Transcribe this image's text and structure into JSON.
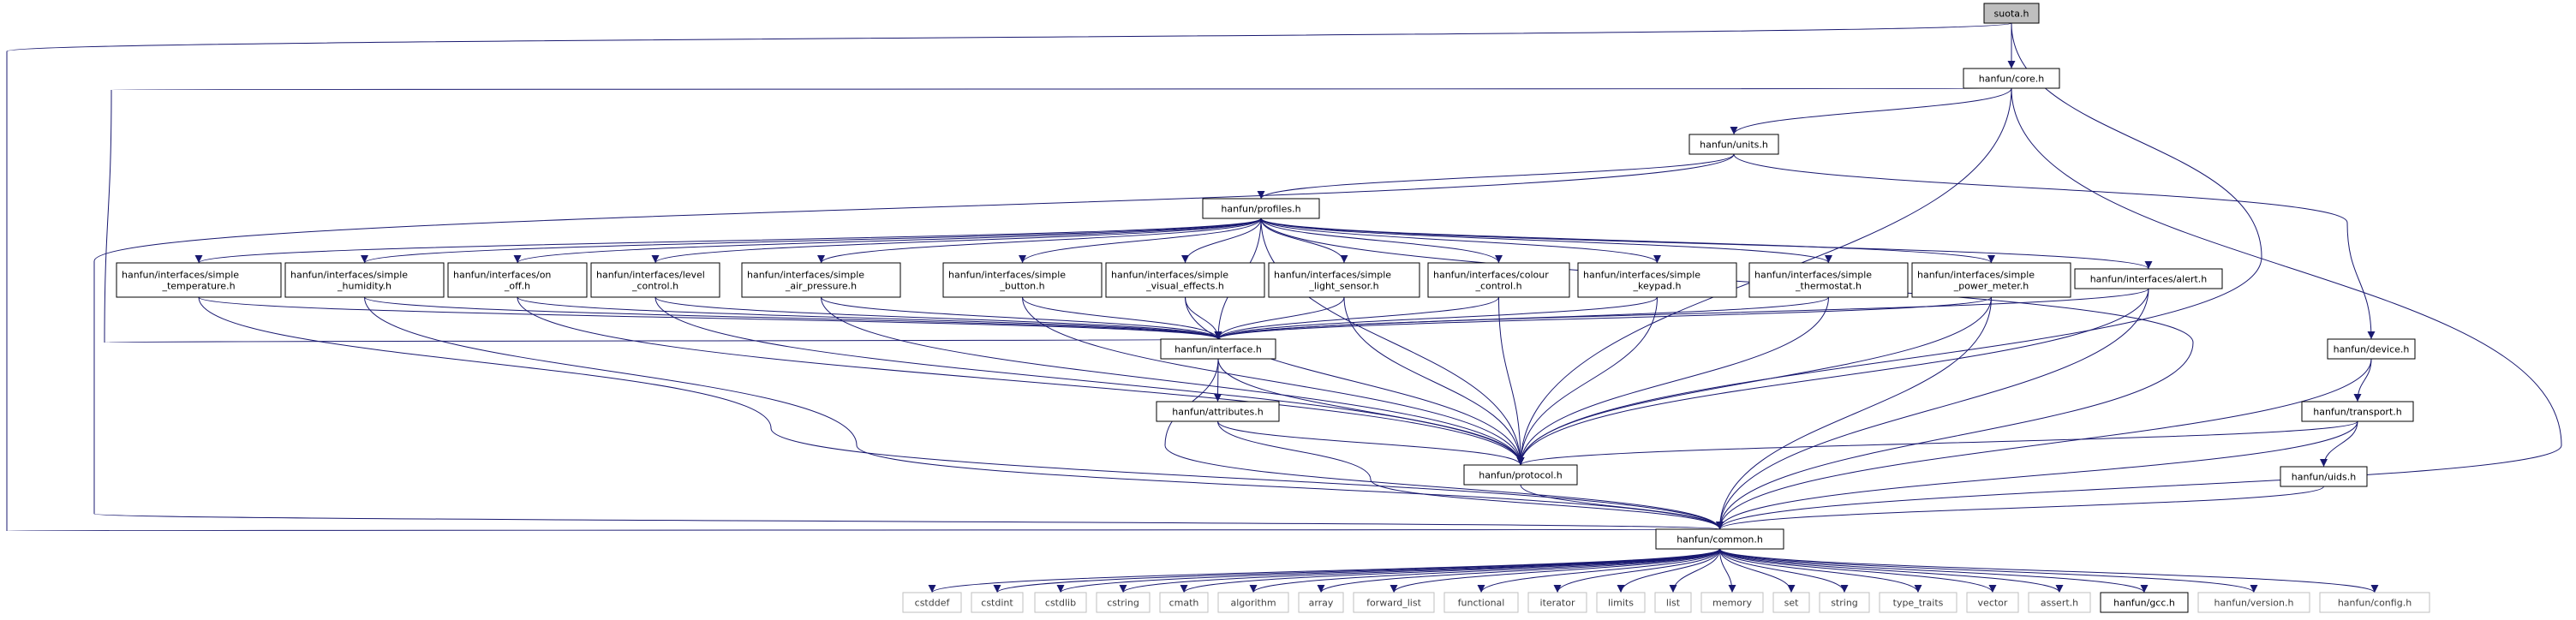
{
  "graph": {
    "colors": {
      "edge": "#191970",
      "node_border": "#000000",
      "root_fill": "#bfbfbf",
      "leaf_border": "#bfbfbf",
      "leaf_text": "#404040",
      "text": "#000000",
      "background": "#ffffff"
    },
    "nodes": [
      {
        "id": "suota",
        "label": [
          "suota.h"
        ],
        "style": "root"
      },
      {
        "id": "core",
        "label": [
          "hanfun/core.h"
        ],
        "style": "normal"
      },
      {
        "id": "units",
        "label": [
          "hanfun/units.h"
        ],
        "style": "normal"
      },
      {
        "id": "profiles",
        "label": [
          "hanfun/profiles.h"
        ],
        "style": "normal"
      },
      {
        "id": "temperature",
        "label": [
          "hanfun/interfaces/simple",
          "_temperature.h"
        ],
        "style": "normal"
      },
      {
        "id": "humidity",
        "label": [
          "hanfun/interfaces/simple",
          "_humidity.h"
        ],
        "style": "normal"
      },
      {
        "id": "onoff",
        "label": [
          "hanfun/interfaces/on",
          "_off.h"
        ],
        "style": "normal"
      },
      {
        "id": "level",
        "label": [
          "hanfun/interfaces/level",
          "_control.h"
        ],
        "style": "normal"
      },
      {
        "id": "airpressure",
        "label": [
          "hanfun/interfaces/simple",
          "_air_pressure.h"
        ],
        "style": "normal"
      },
      {
        "id": "button",
        "label": [
          "hanfun/interfaces/simple",
          "_button.h"
        ],
        "style": "normal"
      },
      {
        "id": "visual",
        "label": [
          "hanfun/interfaces/simple",
          "_visual_effects.h"
        ],
        "style": "normal"
      },
      {
        "id": "light",
        "label": [
          "hanfun/interfaces/simple",
          "_light_sensor.h"
        ],
        "style": "normal"
      },
      {
        "id": "colour",
        "label": [
          "hanfun/interfaces/colour",
          "_control.h"
        ],
        "style": "normal"
      },
      {
        "id": "keypad",
        "label": [
          "hanfun/interfaces/simple",
          "_keypad.h"
        ],
        "style": "normal"
      },
      {
        "id": "thermostat",
        "label": [
          "hanfun/interfaces/simple",
          "_thermostat.h"
        ],
        "style": "normal"
      },
      {
        "id": "power",
        "label": [
          "hanfun/interfaces/simple",
          "_power_meter.h"
        ],
        "style": "normal"
      },
      {
        "id": "alert",
        "label": [
          "hanfun/interfaces/alert.h"
        ],
        "style": "normal"
      },
      {
        "id": "interface",
        "label": [
          "hanfun/interface.h"
        ],
        "style": "normal"
      },
      {
        "id": "device",
        "label": [
          "hanfun/device.h"
        ],
        "style": "normal"
      },
      {
        "id": "attributes",
        "label": [
          "hanfun/attributes.h"
        ],
        "style": "normal"
      },
      {
        "id": "transport",
        "label": [
          "hanfun/transport.h"
        ],
        "style": "normal"
      },
      {
        "id": "protocol",
        "label": [
          "hanfun/protocol.h"
        ],
        "style": "normal"
      },
      {
        "id": "uids",
        "label": [
          "hanfun/uids.h"
        ],
        "style": "normal"
      },
      {
        "id": "common",
        "label": [
          "hanfun/common.h"
        ],
        "style": "normal"
      },
      {
        "id": "cstddef",
        "label": [
          "cstddef"
        ],
        "style": "leaf"
      },
      {
        "id": "cstdint",
        "label": [
          "cstdint"
        ],
        "style": "leaf"
      },
      {
        "id": "cstdlib",
        "label": [
          "cstdlib"
        ],
        "style": "leaf"
      },
      {
        "id": "cstring",
        "label": [
          "cstring"
        ],
        "style": "leaf"
      },
      {
        "id": "cmath",
        "label": [
          "cmath"
        ],
        "style": "leaf"
      },
      {
        "id": "algorithm",
        "label": [
          "algorithm"
        ],
        "style": "leaf"
      },
      {
        "id": "array",
        "label": [
          "array"
        ],
        "style": "leaf"
      },
      {
        "id": "forward_list",
        "label": [
          "forward_list"
        ],
        "style": "leaf"
      },
      {
        "id": "functional",
        "label": [
          "functional"
        ],
        "style": "leaf"
      },
      {
        "id": "iterator",
        "label": [
          "iterator"
        ],
        "style": "leaf"
      },
      {
        "id": "limits",
        "label": [
          "limits"
        ],
        "style": "leaf"
      },
      {
        "id": "list",
        "label": [
          "list"
        ],
        "style": "leaf"
      },
      {
        "id": "memory",
        "label": [
          "memory"
        ],
        "style": "leaf"
      },
      {
        "id": "set",
        "label": [
          "set"
        ],
        "style": "leaf"
      },
      {
        "id": "string",
        "label": [
          "string"
        ],
        "style": "leaf"
      },
      {
        "id": "type_traits",
        "label": [
          "type_traits"
        ],
        "style": "leaf"
      },
      {
        "id": "vector",
        "label": [
          "vector"
        ],
        "style": "leaf"
      },
      {
        "id": "assert",
        "label": [
          "assert.h"
        ],
        "style": "leaf"
      },
      {
        "id": "gcc",
        "label": [
          "hanfun/gcc.h"
        ],
        "style": "normal"
      },
      {
        "id": "version",
        "label": [
          "hanfun/version.h"
        ],
        "style": "leaf"
      },
      {
        "id": "config",
        "label": [
          "hanfun/config.h"
        ],
        "style": "leaf"
      }
    ],
    "edges": [
      [
        "suota",
        "core"
      ],
      [
        "suota",
        "protocol"
      ],
      [
        "suota",
        "common"
      ],
      [
        "core",
        "units"
      ],
      [
        "core",
        "interface"
      ],
      [
        "core",
        "protocol"
      ],
      [
        "core",
        "common"
      ],
      [
        "units",
        "profiles"
      ],
      [
        "units",
        "device"
      ],
      [
        "units",
        "common"
      ],
      [
        "profiles",
        "temperature"
      ],
      [
        "profiles",
        "humidity"
      ],
      [
        "profiles",
        "onoff"
      ],
      [
        "profiles",
        "level"
      ],
      [
        "profiles",
        "airpressure"
      ],
      [
        "profiles",
        "button"
      ],
      [
        "profiles",
        "visual"
      ],
      [
        "profiles",
        "light"
      ],
      [
        "profiles",
        "colour"
      ],
      [
        "profiles",
        "keypad"
      ],
      [
        "profiles",
        "thermostat"
      ],
      [
        "profiles",
        "power"
      ],
      [
        "profiles",
        "alert"
      ],
      [
        "profiles",
        "interface"
      ],
      [
        "profiles",
        "protocol"
      ],
      [
        "profiles",
        "common"
      ],
      [
        "temperature",
        "interface"
      ],
      [
        "temperature",
        "common"
      ],
      [
        "humidity",
        "interface"
      ],
      [
        "humidity",
        "common"
      ],
      [
        "onoff",
        "interface"
      ],
      [
        "onoff",
        "protocol"
      ],
      [
        "level",
        "interface"
      ],
      [
        "level",
        "protocol"
      ],
      [
        "airpressure",
        "interface"
      ],
      [
        "airpressure",
        "protocol"
      ],
      [
        "button",
        "interface"
      ],
      [
        "button",
        "protocol"
      ],
      [
        "visual",
        "interface"
      ],
      [
        "visual",
        "protocol"
      ],
      [
        "light",
        "interface"
      ],
      [
        "light",
        "protocol"
      ],
      [
        "colour",
        "interface"
      ],
      [
        "colour",
        "protocol"
      ],
      [
        "keypad",
        "interface"
      ],
      [
        "keypad",
        "protocol"
      ],
      [
        "thermostat",
        "interface"
      ],
      [
        "thermostat",
        "protocol"
      ],
      [
        "power",
        "interface"
      ],
      [
        "power",
        "protocol"
      ],
      [
        "power",
        "common"
      ],
      [
        "alert",
        "interface"
      ],
      [
        "alert",
        "protocol"
      ],
      [
        "alert",
        "common"
      ],
      [
        "interface",
        "attributes"
      ],
      [
        "interface",
        "protocol"
      ],
      [
        "interface",
        "common"
      ],
      [
        "attributes",
        "protocol"
      ],
      [
        "attributes",
        "common"
      ],
      [
        "device",
        "transport"
      ],
      [
        "device",
        "common"
      ],
      [
        "transport",
        "protocol"
      ],
      [
        "transport",
        "uids"
      ],
      [
        "transport",
        "common"
      ],
      [
        "uids",
        "common"
      ],
      [
        "protocol",
        "common"
      ],
      [
        "common",
        "cstddef"
      ],
      [
        "common",
        "cstdint"
      ],
      [
        "common",
        "cstdlib"
      ],
      [
        "common",
        "cstring"
      ],
      [
        "common",
        "cmath"
      ],
      [
        "common",
        "algorithm"
      ],
      [
        "common",
        "array"
      ],
      [
        "common",
        "forward_list"
      ],
      [
        "common",
        "functional"
      ],
      [
        "common",
        "iterator"
      ],
      [
        "common",
        "limits"
      ],
      [
        "common",
        "list"
      ],
      [
        "common",
        "memory"
      ],
      [
        "common",
        "set"
      ],
      [
        "common",
        "string"
      ],
      [
        "common",
        "type_traits"
      ],
      [
        "common",
        "vector"
      ],
      [
        "common",
        "assert"
      ],
      [
        "common",
        "gcc"
      ],
      [
        "common",
        "version"
      ],
      [
        "common",
        "config"
      ]
    ]
  }
}
